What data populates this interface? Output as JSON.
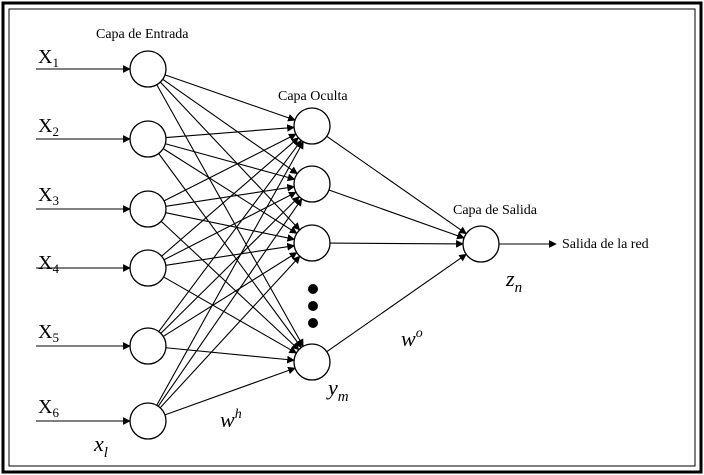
{
  "labels": {
    "input_layer": "Capa de Entrada",
    "hidden_layer": "Capa Oculta",
    "output_layer": "Capa de Salida",
    "network_output": "Salida de la red"
  },
  "inputs": [
    {
      "base": "X",
      "sub": "1"
    },
    {
      "base": "X",
      "sub": "2"
    },
    {
      "base": "X",
      "sub": "3"
    },
    {
      "base": "X",
      "sub": "4"
    },
    {
      "base": "X",
      "sub": "5"
    },
    {
      "base": "X",
      "sub": "6"
    }
  ],
  "symbols": {
    "x_l": {
      "base": "x",
      "sub": "l"
    },
    "w_h": {
      "base": "w",
      "sup": "h"
    },
    "y_m": {
      "base": "y",
      "sub": "m"
    },
    "w_o": {
      "base": "w",
      "sup": "o"
    },
    "z_n": {
      "base": "z",
      "sub": "n"
    }
  },
  "colors": {
    "stroke": "#000000",
    "background": "#ffffff"
  }
}
